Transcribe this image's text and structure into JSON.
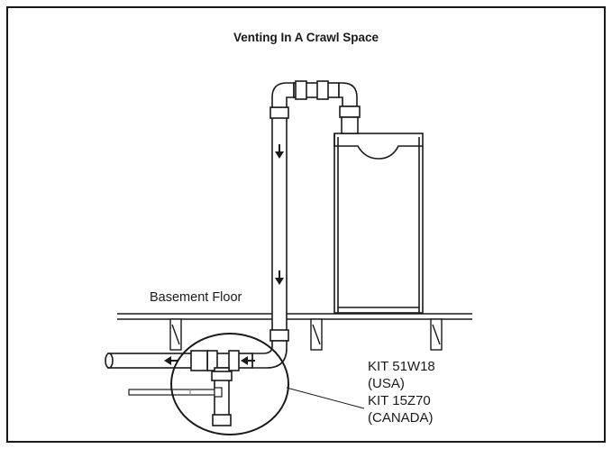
{
  "title": "Venting In A Crawl Space",
  "floor_label": "Basement Floor",
  "kit_labels": [
    "KIT 51W18",
    "(USA)",
    "KIT 15Z70",
    "(CANADA)"
  ]
}
